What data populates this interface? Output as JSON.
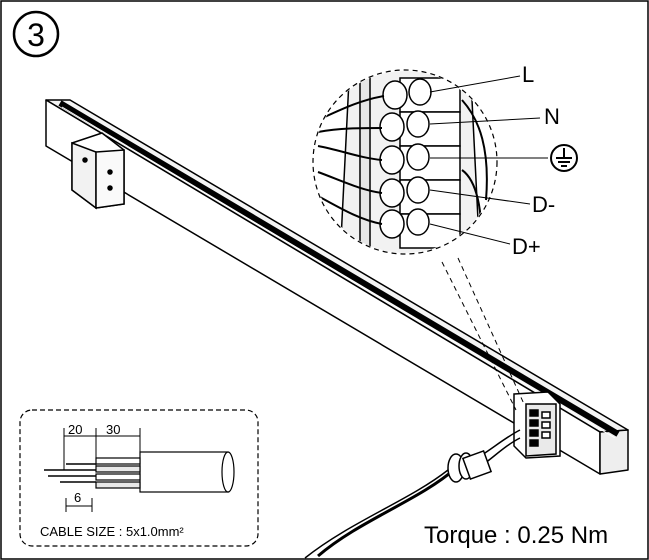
{
  "step": {
    "number": "3"
  },
  "terminal_labels": [
    "L",
    "N",
    "D-",
    "D+"
  ],
  "ground_symbol": "ground-icon",
  "cable_inset": {
    "dim_a": "20",
    "dim_b": "30",
    "dim_c": "6",
    "caption": "CABLE SIZE : 5x1.0mm²"
  },
  "torque": {
    "text": "Torque : 0.25 Nm"
  }
}
